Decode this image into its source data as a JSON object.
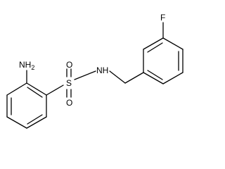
{
  "molecule": {
    "atom_labels": {
      "amine": "NH2",
      "amine_main": "NH",
      "amine_sub": "2",
      "sulfonyl_s": "S",
      "oxo_top": "O",
      "oxo_bottom": "O",
      "amide_nh": "NH",
      "fluoro": "F"
    }
  }
}
